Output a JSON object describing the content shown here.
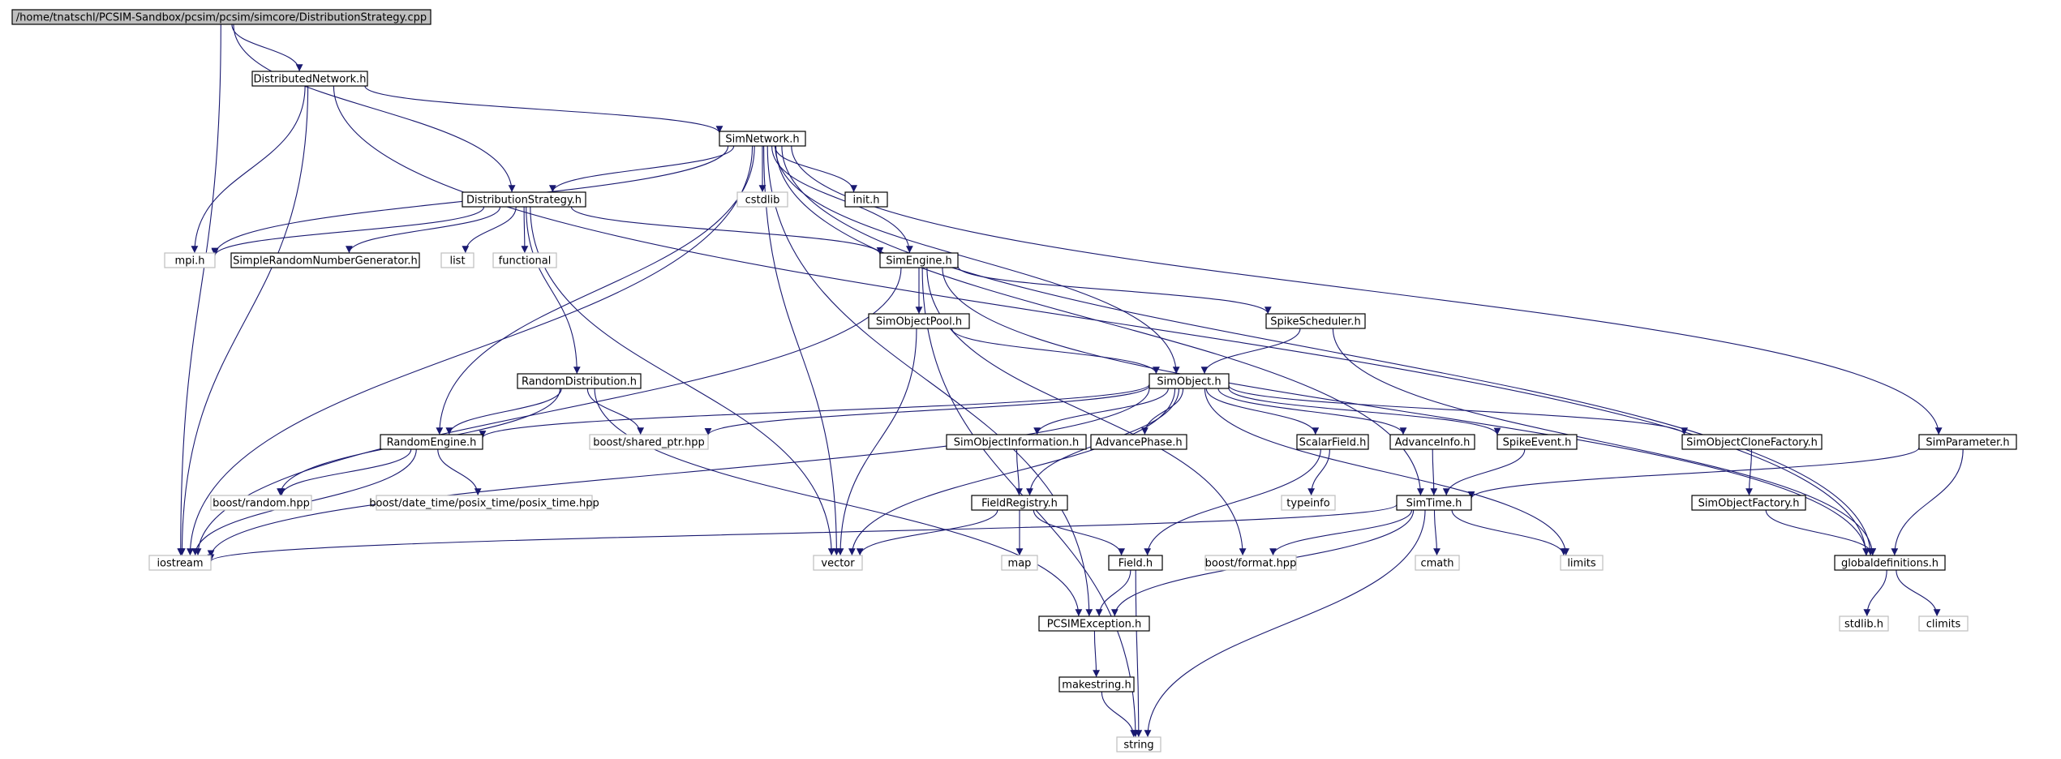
{
  "nodes": [
    {
      "id": "root",
      "label": "/home/tnatschl/PCSIM-Sandbox/pcsim/pcsim/simcore/DistributionStrategy.cpp",
      "kind": "root"
    },
    {
      "id": "distributednetwork",
      "label": "DistributedNetwork.h",
      "kind": "file"
    },
    {
      "id": "simnetwork",
      "label": "SimNetwork.h",
      "kind": "file"
    },
    {
      "id": "distributionstrategy",
      "label": "DistributionStrategy.h",
      "kind": "file"
    },
    {
      "id": "cstdlib",
      "label": "cstdlib",
      "kind": "ext"
    },
    {
      "id": "init",
      "label": "init.h",
      "kind": "file"
    },
    {
      "id": "mpi",
      "label": "mpi.h",
      "kind": "ext"
    },
    {
      "id": "simplerandom",
      "label": "SimpleRandomNumberGenerator.h",
      "kind": "file"
    },
    {
      "id": "list",
      "label": "list",
      "kind": "ext"
    },
    {
      "id": "functional",
      "label": "functional",
      "kind": "ext"
    },
    {
      "id": "simengine",
      "label": "SimEngine.h",
      "kind": "file"
    },
    {
      "id": "simobjectpool",
      "label": "SimObjectPool.h",
      "kind": "file"
    },
    {
      "id": "spikescheduler",
      "label": "SpikeScheduler.h",
      "kind": "file"
    },
    {
      "id": "randomdistribution",
      "label": "RandomDistribution.h",
      "kind": "file"
    },
    {
      "id": "simobject",
      "label": "SimObject.h",
      "kind": "file"
    },
    {
      "id": "randomengine",
      "label": "RandomEngine.h",
      "kind": "file"
    },
    {
      "id": "sharedptr",
      "label": "boost/shared_ptr.hpp",
      "kind": "ext"
    },
    {
      "id": "simobjectinformation",
      "label": "SimObjectInformation.h",
      "kind": "file"
    },
    {
      "id": "advancephase",
      "label": "AdvancePhase.h",
      "kind": "file"
    },
    {
      "id": "scalarfield",
      "label": "ScalarField.h",
      "kind": "file"
    },
    {
      "id": "advanceinfo",
      "label": "AdvanceInfo.h",
      "kind": "file"
    },
    {
      "id": "spikeevent",
      "label": "SpikeEvent.h",
      "kind": "file"
    },
    {
      "id": "simobjectclonefactory",
      "label": "SimObjectCloneFactory.h",
      "kind": "file"
    },
    {
      "id": "simparameter",
      "label": "SimParameter.h",
      "kind": "file"
    },
    {
      "id": "boostrandom",
      "label": "boost/random.hpp",
      "kind": "ext"
    },
    {
      "id": "posixtime",
      "label": "boost/date_time/posix_time/posix_time.hpp",
      "kind": "ext"
    },
    {
      "id": "fieldregistry",
      "label": "FieldRegistry.h",
      "kind": "file"
    },
    {
      "id": "typeinfo",
      "label": "typeinfo",
      "kind": "ext"
    },
    {
      "id": "simtime",
      "label": "SimTime.h",
      "kind": "file"
    },
    {
      "id": "simobjectfactory",
      "label": "SimObjectFactory.h",
      "kind": "file"
    },
    {
      "id": "iostream",
      "label": "iostream",
      "kind": "ext"
    },
    {
      "id": "vector",
      "label": "vector",
      "kind": "ext"
    },
    {
      "id": "map",
      "label": "map",
      "kind": "ext"
    },
    {
      "id": "field",
      "label": "Field.h",
      "kind": "file"
    },
    {
      "id": "boostformat",
      "label": "boost/format.hpp",
      "kind": "ext"
    },
    {
      "id": "cmath",
      "label": "cmath",
      "kind": "ext"
    },
    {
      "id": "limits",
      "label": "limits",
      "kind": "ext"
    },
    {
      "id": "globaldefinitions",
      "label": "globaldefinitions.h",
      "kind": "file"
    },
    {
      "id": "stdlib",
      "label": "stdlib.h",
      "kind": "ext"
    },
    {
      "id": "climits",
      "label": "climits",
      "kind": "ext"
    },
    {
      "id": "pcsimexception",
      "label": "PCSIMException.h",
      "kind": "file"
    },
    {
      "id": "makestring",
      "label": "makestring.h",
      "kind": "file"
    },
    {
      "id": "string",
      "label": "string",
      "kind": "ext"
    }
  ],
  "edges": [
    [
      "root",
      "distributednetwork"
    ],
    [
      "root",
      "iostream"
    ],
    [
      "root",
      "distributionstrategy"
    ],
    [
      "distributednetwork",
      "simnetwork"
    ],
    [
      "distributednetwork",
      "iostream"
    ],
    [
      "distributednetwork",
      "mpi"
    ],
    [
      "distributednetwork",
      "globaldefinitions"
    ],
    [
      "simnetwork",
      "distributionstrategy"
    ],
    [
      "simnetwork",
      "cstdlib"
    ],
    [
      "simnetwork",
      "init"
    ],
    [
      "simnetwork",
      "mpi"
    ],
    [
      "simnetwork",
      "simengine"
    ],
    [
      "simnetwork",
      "simobject"
    ],
    [
      "simnetwork",
      "randomengine"
    ],
    [
      "simnetwork",
      "vector"
    ],
    [
      "simnetwork",
      "iostream"
    ],
    [
      "simnetwork",
      "pcsimexception"
    ],
    [
      "simnetwork",
      "simtime"
    ],
    [
      "simnetwork",
      "simparameter"
    ],
    [
      "simnetwork",
      "globaldefinitions"
    ],
    [
      "distributionstrategy",
      "mpi"
    ],
    [
      "distributionstrategy",
      "simplerandom"
    ],
    [
      "distributionstrategy",
      "list"
    ],
    [
      "distributionstrategy",
      "functional"
    ],
    [
      "distributionstrategy",
      "simengine"
    ],
    [
      "distributionstrategy",
      "randomdistribution"
    ],
    [
      "distributionstrategy",
      "vector"
    ],
    [
      "simengine",
      "simobjectpool"
    ],
    [
      "simengine",
      "spikescheduler"
    ],
    [
      "simengine",
      "iostream"
    ],
    [
      "simengine",
      "string"
    ],
    [
      "simengine",
      "boostformat"
    ],
    [
      "simengine",
      "globaldefinitions"
    ],
    [
      "simobjectpool",
      "simobject"
    ],
    [
      "simobjectpool",
      "vector"
    ],
    [
      "spikescheduler",
      "simobject"
    ],
    [
      "spikescheduler",
      "globaldefinitions"
    ],
    [
      "randomdistribution",
      "randomengine"
    ],
    [
      "randomdistribution",
      "sharedptr"
    ],
    [
      "randomdistribution",
      "boostrandom"
    ],
    [
      "randomdistribution",
      "pcsimexception"
    ],
    [
      "simobject",
      "randomengine"
    ],
    [
      "simobject",
      "sharedptr"
    ],
    [
      "simobject",
      "simobjectinformation"
    ],
    [
      "simobject",
      "advancephase"
    ],
    [
      "simobject",
      "scalarfield"
    ],
    [
      "simobject",
      "advanceinfo"
    ],
    [
      "simobject",
      "spikeevent"
    ],
    [
      "simobject",
      "simobjectclonefactory"
    ],
    [
      "simobject",
      "fieldregistry"
    ],
    [
      "simobject",
      "iostream"
    ],
    [
      "simobject",
      "vector"
    ],
    [
      "simobject",
      "limits"
    ],
    [
      "randomengine",
      "boostrandom"
    ],
    [
      "randomengine",
      "posixtime"
    ],
    [
      "randomengine",
      "iostream"
    ],
    [
      "simobjectinformation",
      "fieldregistry"
    ],
    [
      "scalarfield",
      "typeinfo"
    ],
    [
      "scalarfield",
      "field"
    ],
    [
      "advanceinfo",
      "simtime"
    ],
    [
      "spikeevent",
      "simtime"
    ],
    [
      "simobjectclonefactory",
      "simobjectfactory"
    ],
    [
      "simparameter",
      "simtime"
    ],
    [
      "simparameter",
      "globaldefinitions"
    ],
    [
      "fieldregistry",
      "map"
    ],
    [
      "fieldregistry",
      "field"
    ],
    [
      "fieldregistry",
      "vector"
    ],
    [
      "simtime",
      "iostream"
    ],
    [
      "simtime",
      "boostformat"
    ],
    [
      "simtime",
      "cmath"
    ],
    [
      "simtime",
      "limits"
    ],
    [
      "simtime",
      "pcsimexception"
    ],
    [
      "simtime",
      "string"
    ],
    [
      "simobjectfactory",
      "globaldefinitions"
    ],
    [
      "globaldefinitions",
      "stdlib"
    ],
    [
      "globaldefinitions",
      "climits"
    ],
    [
      "field",
      "pcsimexception"
    ],
    [
      "field",
      "string"
    ],
    [
      "pcsimexception",
      "makestring"
    ],
    [
      "makestring",
      "string"
    ]
  ]
}
